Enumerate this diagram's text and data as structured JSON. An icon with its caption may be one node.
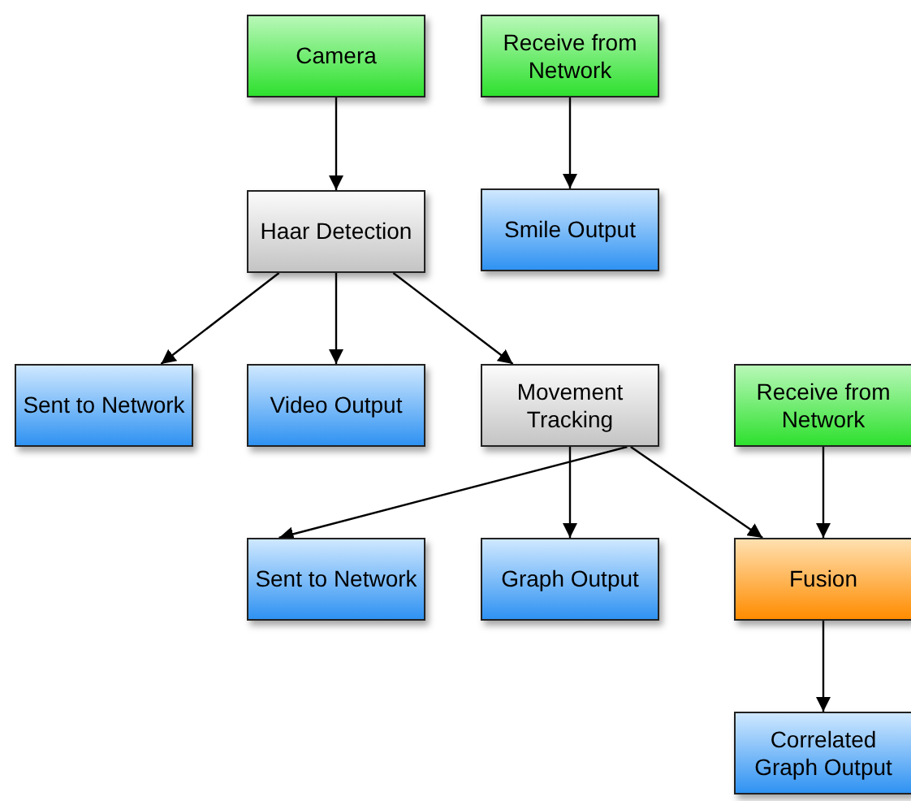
{
  "diagram": {
    "nodes": [
      {
        "text": [
          "Camera"
        ]
      },
      {
        "text": [
          "Receive from Network"
        ]
      },
      {
        "text": [
          "Haar Detection"
        ]
      },
      {
        "text": [
          "Smile Output"
        ]
      },
      {
        "text": [
          "Sent to Network"
        ]
      },
      {
        "text": [
          "Video Output"
        ]
      },
      {
        "text": [
          "Movement Tracking"
        ]
      },
      {
        "text": [
          "Receive from Network"
        ]
      },
      {
        "text": [
          "Sent to Network"
        ]
      },
      {
        "text": [
          "Graph Output"
        ]
      },
      {
        "text": [
          "Fusion"
        ]
      },
      {
        "text": [
          "Correlated Graph Output"
        ]
      }
    ],
    "edges": [
      {
        "from": 0,
        "to": 2,
        "arrow": "to"
      },
      {
        "from": 1,
        "to": 3,
        "arrow": "to"
      },
      {
        "from": 2,
        "to": 4,
        "arrow": "to"
      },
      {
        "from": 2,
        "to": 5,
        "arrow": "to"
      },
      {
        "from": 2,
        "to": 6,
        "arrow": "to"
      },
      {
        "from": 6,
        "to": 8,
        "arrow": "to"
      },
      {
        "from": 6,
        "to": 9,
        "arrow": "to"
      },
      {
        "from": 6,
        "to": 10,
        "arrow": "to"
      },
      {
        "from": 7,
        "to": 10,
        "arrow": "to"
      },
      {
        "from": 10,
        "to": 11,
        "arrow": "to"
      }
    ]
  }
}
